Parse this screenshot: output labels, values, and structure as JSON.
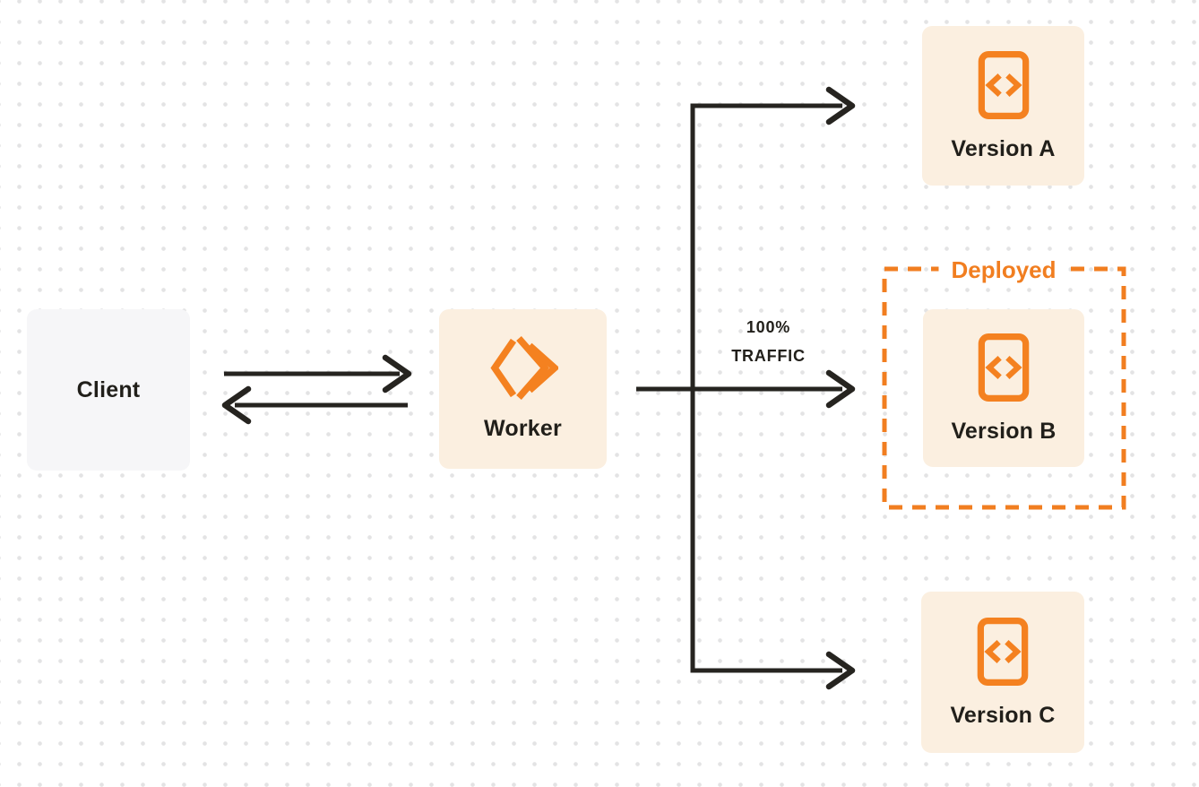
{
  "diagram": {
    "title": "worker-traffic-routing-diagram",
    "nodes": {
      "client": {
        "label": "Client"
      },
      "worker": {
        "label": "Worker"
      },
      "version_a": {
        "label": "Version A"
      },
      "version_b": {
        "label": "Version B"
      },
      "version_c": {
        "label": "Version C"
      }
    },
    "annotations": {
      "deployed_label": "Deployed",
      "traffic_line1": "100%",
      "traffic_line2": "TRAFFIC"
    },
    "icons": {
      "worker_icon": "workers-logo-icon",
      "version_icon": "code-file-icon"
    },
    "colors": {
      "accent_orange": "#f17e20",
      "icon_orange": "#f48120",
      "node_cream_bg": "#fbefe0",
      "node_gray_bg": "#f6f6f8",
      "connector_dark": "#262420",
      "text_dark": "#211f1a",
      "page_bg": "#ffffff",
      "dot_grid": "#e3e3e4"
    }
  }
}
